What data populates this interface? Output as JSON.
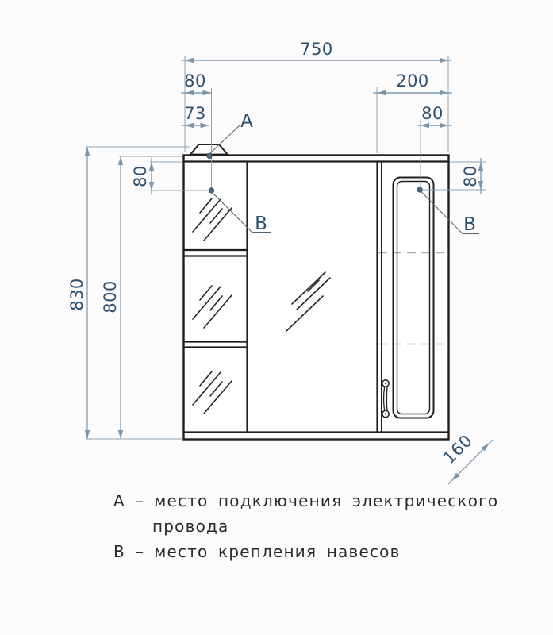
{
  "drawing": {
    "dimensions": {
      "overall_width": "750",
      "left_hole_offset": "80",
      "wire_offset": "73",
      "door_width": "200",
      "right_hole_offset": "80",
      "right_hole_top_offset": "80",
      "left_hole_top_offset": "80",
      "overall_height": "830",
      "body_height": "800",
      "depth": "160"
    },
    "callouts": {
      "a_label": "A",
      "b_left_label": "B",
      "b_right_label": "B"
    },
    "legend": {
      "items": [
        {
          "key": "А",
          "dash": "–",
          "line1": "место подключения электрического",
          "line2": "провода"
        },
        {
          "key": "В",
          "dash": "–",
          "line1": "место крепления навесов"
        }
      ]
    },
    "colors": {
      "outline": "#1f1f1f",
      "dimension_line": "#7b95ab",
      "dimension_text": "#2e506e",
      "shelf_dashed": "#a9b29e",
      "legend_text": "#2a2a2a"
    }
  }
}
